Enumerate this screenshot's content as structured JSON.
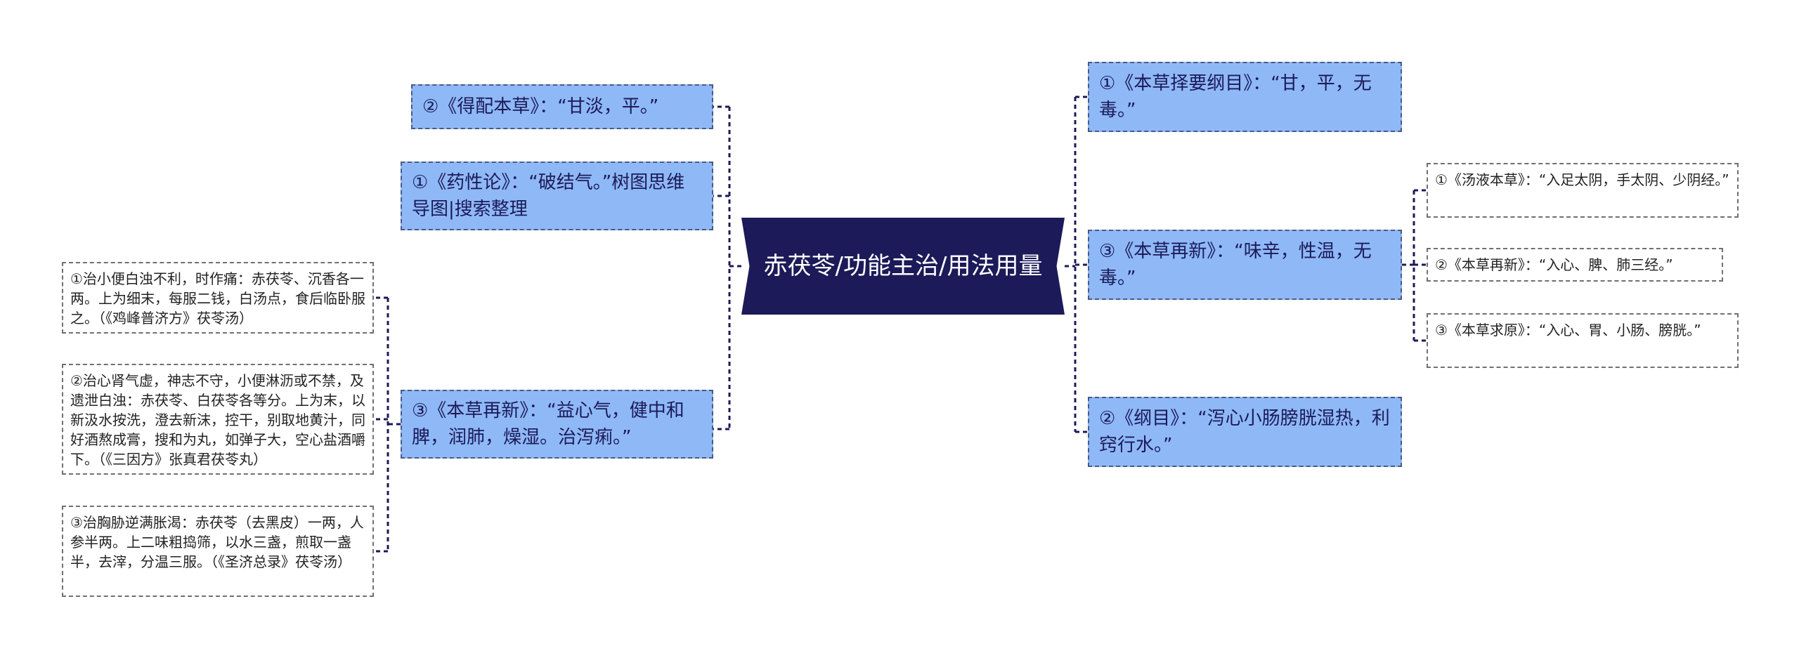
{
  "center": {
    "label": "赤茯苓/功能主治/用法用量"
  },
  "left_branches": [
    {
      "label": "②《得配本草》：“甘淡，平。”"
    },
    {
      "label": "①《药性论》：“破结气。”树图思维导图|搜索整理"
    },
    {
      "label": "③《本草再新》：“益心气，健中和脾，润肺，燥湿。治泻痢。”"
    }
  ],
  "left_leaves": [
    {
      "label": "①治小便白浊不利，时作痛：赤茯苓、沉香各一两。上为细末，每服二钱，白汤点，食后临卧服之。（《鸡峰普济方》茯苓汤）"
    },
    {
      "label": "②治心肾气虚，神志不守，小便淋沥或不禁，及遗泄白浊：赤茯苓、白茯苓各等分。上为末，以新汲水按洗，澄去新沫，控干，别取地黄汁，同好酒熬成膏，搜和为丸，如弹子大，空心盐酒嚼下。（《三因方》张真君茯苓丸）"
    },
    {
      "label": "③治胸胁逆满胀渴：赤茯苓（去黑皮）一两，人参半两。上二味粗捣筛，以水三盏，煎取一盏半，去滓，分温三服。（《圣济总录》茯苓汤）"
    }
  ],
  "right_branches": [
    {
      "label": "①《本草择要纲目》：“甘，平，无毒。”"
    },
    {
      "label": "③《本草再新》：“味辛，性温，无毒。”"
    },
    {
      "label": "②《纲目》：“泻心小肠膀胱湿热，利窍行水。”"
    }
  ],
  "right_leaves": [
    {
      "label": "①《汤液本草》：“入足太阴，手太阴、少阴经。”"
    },
    {
      "label": "②《本草再新》：“入心、脾、肺三经。”"
    },
    {
      "label": "③《本草求原》：“入心、胃、小肠、膀胱。”"
    }
  ],
  "colors": {
    "center_fill": "#1c1a58",
    "branch_fill": "#8fb8f6",
    "branch_border": "#4a5a80",
    "line": "#1c1a58",
    "leaf_border": "#707070"
  }
}
